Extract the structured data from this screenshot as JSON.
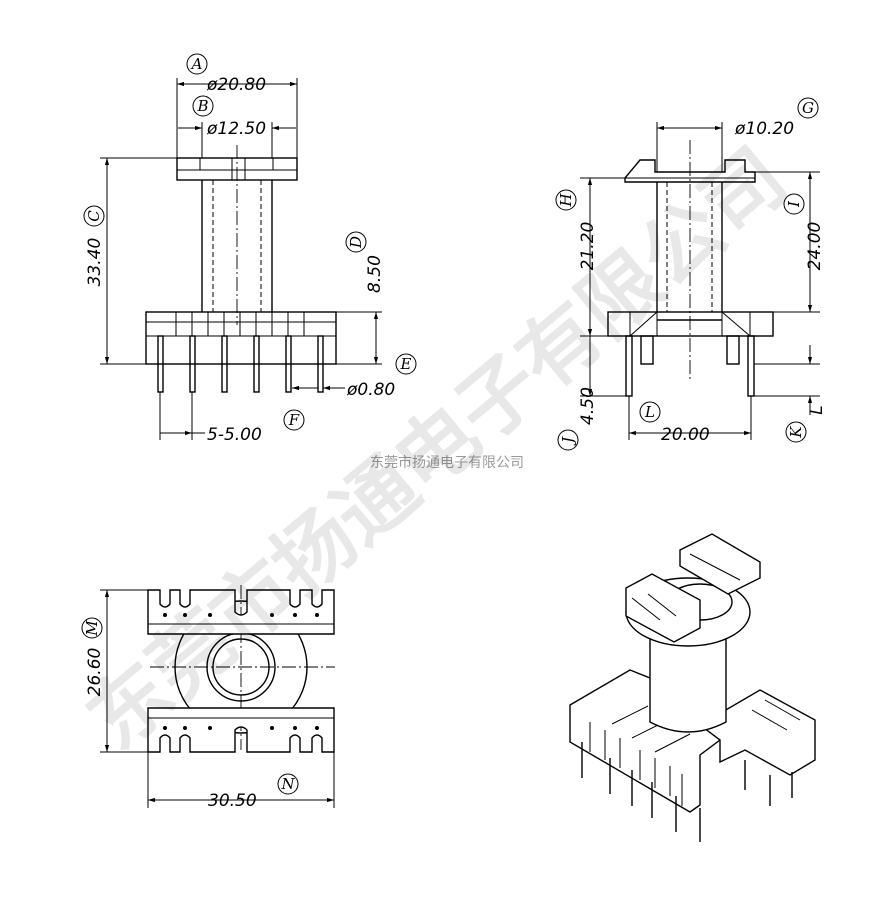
{
  "watermark": "东莞市扬通电子有限公司",
  "caption": "东莞市扬通电子有限公司",
  "front_view": {
    "A": {
      "label": "A",
      "value": "ø20.80"
    },
    "B": {
      "label": "B",
      "value": "ø12.50"
    },
    "C": {
      "label": "C",
      "value": "33.40"
    },
    "D": {
      "label": "D",
      "value": "8.50"
    },
    "E": {
      "label": "E",
      "value": "ø0.80"
    },
    "F": {
      "label": "F",
      "value": "5-5.00"
    }
  },
  "side_view": {
    "G": {
      "label": "G",
      "value": "ø10.20"
    },
    "H": {
      "label": "H",
      "value": "21.20"
    },
    "I": {
      "label": "I",
      "value": "24.00"
    },
    "J": {
      "label": "J",
      "value": "4.50"
    },
    "K": {
      "label": "K",
      "value": "L"
    },
    "L": {
      "label": "L",
      "value": "20.00"
    }
  },
  "top_view": {
    "M": {
      "label": "M",
      "value": "26.60"
    },
    "N": {
      "label": "N",
      "value": "30.50"
    }
  }
}
